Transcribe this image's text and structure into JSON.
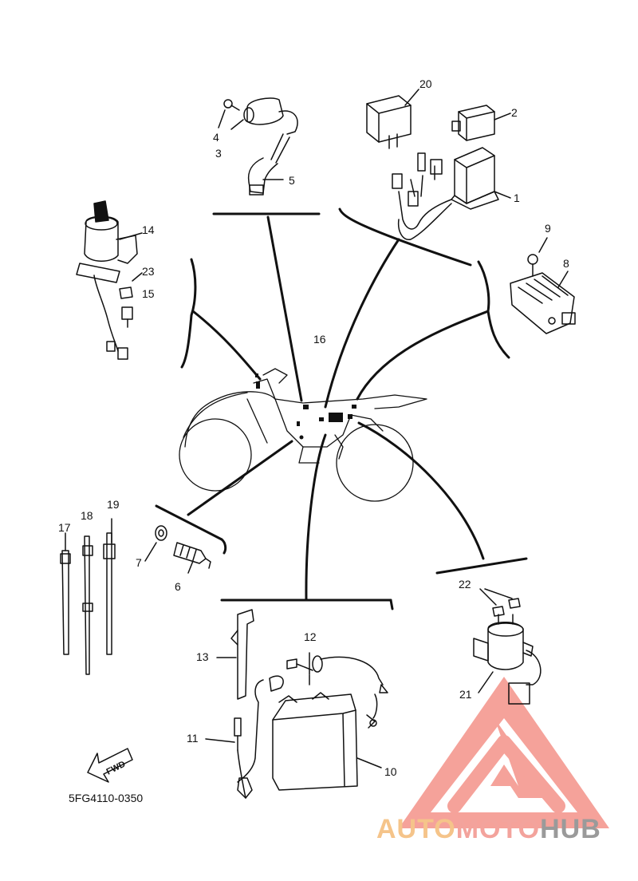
{
  "diagram": {
    "part_code": "5FG4110-0350",
    "fwd_arrow_text": "FWD",
    "watermark": {
      "part1": "AUTO",
      "part2": "MOTO",
      "part3": "HUB"
    },
    "callouts": [
      "1",
      "2",
      "3",
      "4",
      "5",
      "6",
      "7",
      "8",
      "9",
      "10",
      "11",
      "12",
      "13",
      "14",
      "15",
      "16",
      "17",
      "18",
      "19",
      "20",
      "21",
      "22",
      "23"
    ]
  }
}
